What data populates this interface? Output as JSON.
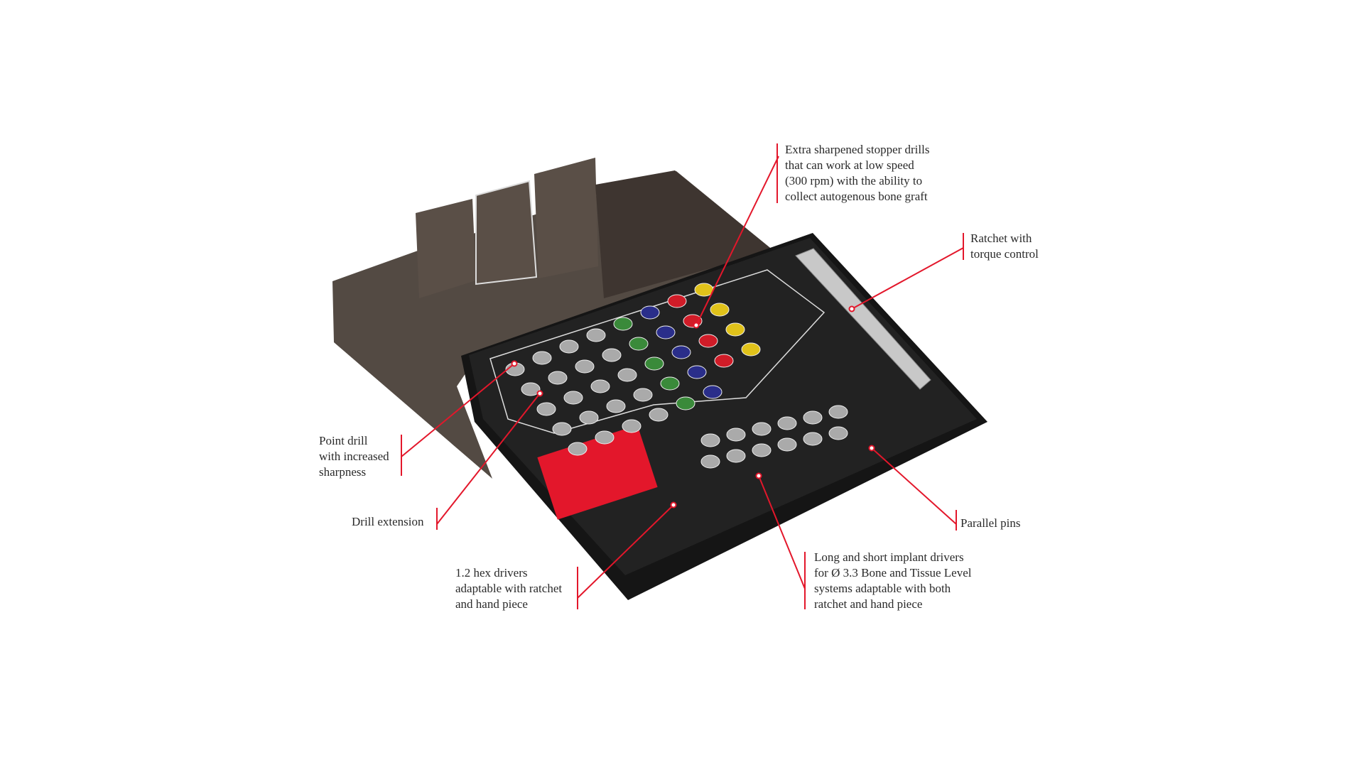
{
  "colors": {
    "accent": "#e3172b",
    "tray": "#1c1c1c",
    "lid": "#4a4039"
  },
  "callouts": {
    "stopper_drills": [
      "Extra sharpened stopper drills",
      "that can work at low speed",
      "(300 rpm) with the ability to",
      "collect autogenous bone graft"
    ],
    "ratchet": [
      "Ratchet with",
      "torque control"
    ],
    "point_drill": [
      "Point drill",
      "with increased",
      "sharpness"
    ],
    "drill_extension": [
      "Drill extension"
    ],
    "hex_drivers": [
      "1.2 hex drivers",
      "adaptable with ratchet",
      "and hand piece"
    ],
    "implant_drivers": [
      "Long and short implant drivers",
      "for Ø 3.3 Bone and Tissue Level",
      "systems adaptable with both",
      "ratchet and hand piece"
    ],
    "parallel_pins": [
      "Parallel pins"
    ]
  }
}
